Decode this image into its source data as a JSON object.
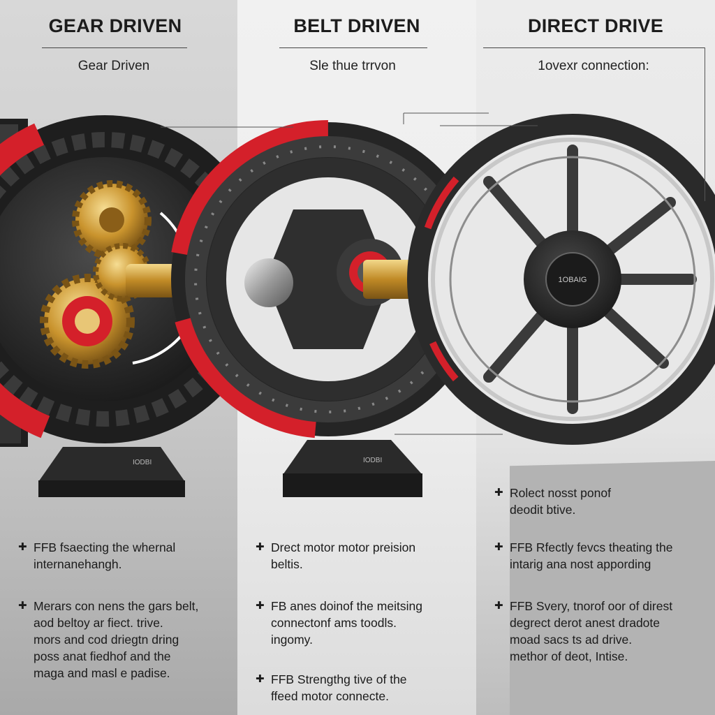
{
  "columns": [
    {
      "title": "GEAR DRIVEN",
      "subtitle": "Gear Driven",
      "bullets": [
        "FFB fsaecting the whernal\ninternanehangh.",
        "Merars con nens the gars belt,\naod beltoy ar fiect. trive.\nmors and cod driegtn dring\nposs anat fiedhof and the\nmaga and masl e padise."
      ]
    },
    {
      "title": "BELT DRIVEN",
      "subtitle": "Sle thue trrvon",
      "bullets": [
        "Drect motor motor preision\nbeltis.",
        "FB anes doinof the meitsing\nconnectonf ams toodls.\ningomy.",
        "FFB Strengthg tive of the\nffeed motor connecte."
      ]
    },
    {
      "title": "DIRECT DRIVE",
      "subtitle": "1ovexr connection:",
      "bullets": [
        "Rolect nosst ponof\ndeodit btive.",
        "FFB Rfectly fevcs theating the\nintarig ana nost appording",
        "FFB Svery, tnorof oor of direst\ndegrect derot anest dradote\nmoad sacs ts ad drive.\nmethor of deot, Intise."
      ]
    }
  ],
  "icons": {
    "bullet": "plus-bullet-icon",
    "hub_label": "1OBAIG",
    "base_label": "IODBI"
  },
  "colors": {
    "accent_red": "#d4202a",
    "gold": "#c9932d",
    "dark": "#2a2a2a"
  }
}
